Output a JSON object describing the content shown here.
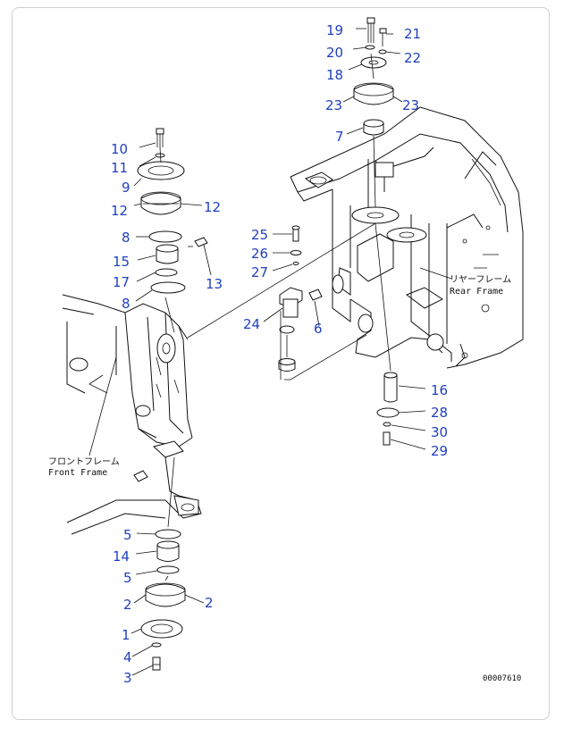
{
  "labels": [
    {
      "id": "19",
      "text": "19"
    },
    {
      "id": "21",
      "text": "21"
    },
    {
      "id": "20",
      "text": "20"
    },
    {
      "id": "22",
      "text": "22"
    },
    {
      "id": "18",
      "text": "18"
    },
    {
      "id": "23a",
      "text": "23"
    },
    {
      "id": "23b",
      "text": "23"
    },
    {
      "id": "7",
      "text": "7"
    },
    {
      "id": "10",
      "text": "10"
    },
    {
      "id": "11",
      "text": "11"
    },
    {
      "id": "9",
      "text": "9"
    },
    {
      "id": "12a",
      "text": "12"
    },
    {
      "id": "12b",
      "text": "12"
    },
    {
      "id": "8a",
      "text": "8"
    },
    {
      "id": "15",
      "text": "15"
    },
    {
      "id": "13",
      "text": "13"
    },
    {
      "id": "17",
      "text": "17"
    },
    {
      "id": "8b",
      "text": "8"
    },
    {
      "id": "25",
      "text": "25"
    },
    {
      "id": "26",
      "text": "26"
    },
    {
      "id": "27",
      "text": "27"
    },
    {
      "id": "24",
      "text": "24"
    },
    {
      "id": "6",
      "text": "6"
    },
    {
      "id": "16",
      "text": "16"
    },
    {
      "id": "28",
      "text": "28"
    },
    {
      "id": "30",
      "text": "30"
    },
    {
      "id": "29",
      "text": "29"
    },
    {
      "id": "5a",
      "text": "5"
    },
    {
      "id": "14",
      "text": "14"
    },
    {
      "id": "5b",
      "text": "5"
    },
    {
      "id": "2a",
      "text": "2"
    },
    {
      "id": "2b",
      "text": "2"
    },
    {
      "id": "1",
      "text": "1"
    },
    {
      "id": "4",
      "text": "4"
    },
    {
      "id": "3",
      "text": "3"
    }
  ],
  "captions": {
    "front_jp": "フロントフレーム",
    "front_en": "Front Frame",
    "rear_jp": "リヤーフレーム",
    "rear_en": "Rear Frame"
  },
  "drawing_code": "00007610",
  "colors": {
    "label": "#1f3fbf",
    "line": "#111111",
    "border": "#cfcfcf"
  }
}
